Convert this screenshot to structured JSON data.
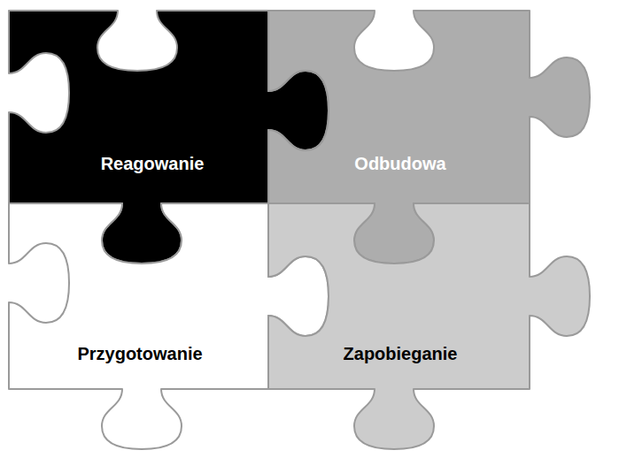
{
  "diagram": {
    "nodes": [
      {
        "text": [
          "Reagowanie"
        ]
      },
      {
        "text": [
          "Odbudowa"
        ]
      },
      {
        "text": [
          "Przygotowanie"
        ]
      },
      {
        "text": [
          "Zapobieganie"
        ]
      }
    ]
  }
}
